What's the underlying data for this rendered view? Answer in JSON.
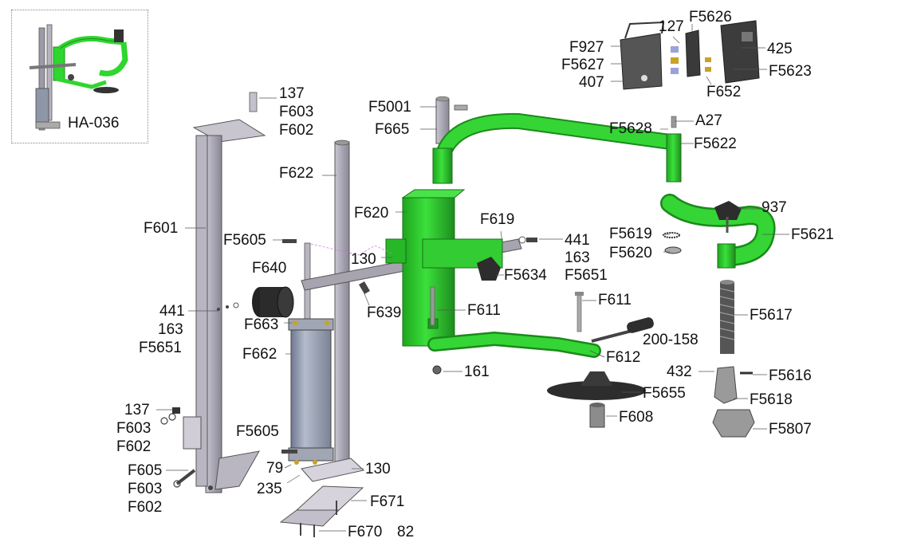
{
  "thumbnail": {
    "model": "HA-036"
  },
  "labels": {
    "l137a": "137",
    "lF603a": "F603",
    "lF602a": "F602",
    "lF601": "F601",
    "lF622": "F622",
    "lF620": "F620",
    "lF5001": "F5001",
    "lF665": "F665",
    "lF5605a": "F5605",
    "l130a": "130",
    "lF640": "F640",
    "l441a": "441",
    "l163a": "163",
    "lF5651a": "F5651",
    "lF663": "F663",
    "lF662": "F662",
    "lF639": "F639",
    "lF611a": "F611",
    "lF619": "F619",
    "l441b": "441",
    "l163b": "163",
    "lF5651b": "F5651",
    "lF5634": "F5634",
    "l137b": "137",
    "lF603b": "F603",
    "lF602b": "F602",
    "lF605": "F605",
    "lF603c": "F603",
    "lF602c": "F602",
    "lF5605b": "F5605",
    "l79": "79",
    "l235": "235",
    "l130b": "130",
    "lF671": "F671",
    "lF670": "F670",
    "l82": "82",
    "l161": "161",
    "lF611b": "F611",
    "l200158": "200-158",
    "lF612": "F612",
    "lF5655": "F5655",
    "lF608": "F608",
    "lF927": "F927",
    "lF5627": "F5627",
    "l407": "407",
    "l127": "127",
    "lF5626": "F5626",
    "l425": "425",
    "lF5623": "F5623",
    "lF652": "F652",
    "lA27": "A27",
    "lF5628": "F5628",
    "lF5622": "F5622",
    "l937": "937",
    "lF5619": "F5619",
    "lF5620": "F5620",
    "lF5621": "F5621",
    "lF5617": "F5617",
    "l432": "432",
    "lF5616": "F5616",
    "lF5618": "F5618",
    "lF5807": "F5807"
  },
  "colors": {
    "arm_green": "#2fd62f",
    "arm_dark": "#1f8f1f",
    "steel": "#a9a6b3",
    "steel_dark": "#6f6c7a",
    "cylinder": "#8e96a8",
    "plate_dark": "#4a4a4a",
    "leader": "#555555"
  }
}
